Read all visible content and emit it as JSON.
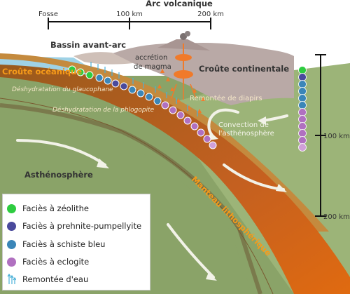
{
  "scale_top": {
    "title": "Arc volcanique",
    "fosse": "Fosse",
    "km100": "100 km",
    "km200": "200 km"
  },
  "labels": {
    "bassin": "Bassin avant-arc",
    "accretion": "accrétion\nde magma",
    "croute_continentale": "Croûte continentale",
    "croute_oceanique": "Croûte océanique",
    "deshydratation_glaucophane": "Déshydratation du glaucophane",
    "deshydratation_phlogopite": "Déshydratation de la phlogopite",
    "remontee_diapirs": "Remontée de diapirs",
    "convection": "Convection de\nl'asthénosphère",
    "asthenosphere": "Asthénosphère",
    "manteau": "Manteau lithosphérique"
  },
  "scale_right": {
    "km100": "100 km",
    "km200": "200 km"
  },
  "legend": [
    {
      "label": "Faciès à zéolithe",
      "color": "#2ecc40"
    },
    {
      "label": "Faciès à prehnite-pumpellyite",
      "color": "#4a4a9c"
    },
    {
      "label": "Faciès à schiste bleu",
      "color": "#3b86b8"
    },
    {
      "label": "Faciès à eclogite",
      "color": "#b070c0"
    },
    {
      "label": "Remontée d'eau",
      "icon": "water-rise-icon",
      "color": "#4ab0d8"
    }
  ]
}
